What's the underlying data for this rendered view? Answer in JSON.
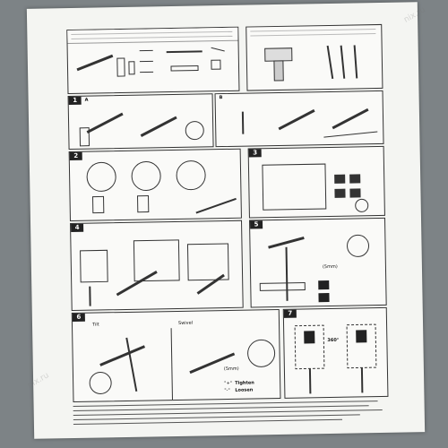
{
  "steps": {
    "s1": {
      "num": "1",
      "a": "A",
      "b": "B"
    },
    "s2": {
      "num": "2"
    },
    "s3": {
      "num": "3"
    },
    "s4": {
      "num": "4"
    },
    "s5": {
      "num": "5",
      "label_5mm": "(5mm)"
    },
    "s6": {
      "num": "6",
      "tilt": "Tilt",
      "swivel": "Swivel",
      "tighten": "Tighten",
      "loosen": "Loosen",
      "plus": "\"+\"",
      "minus": "\"-\"",
      "label_5mm": "(5mm)"
    },
    "s7": {
      "num": "7",
      "rotate": "360°"
    }
  },
  "watermark": "nix.ru"
}
